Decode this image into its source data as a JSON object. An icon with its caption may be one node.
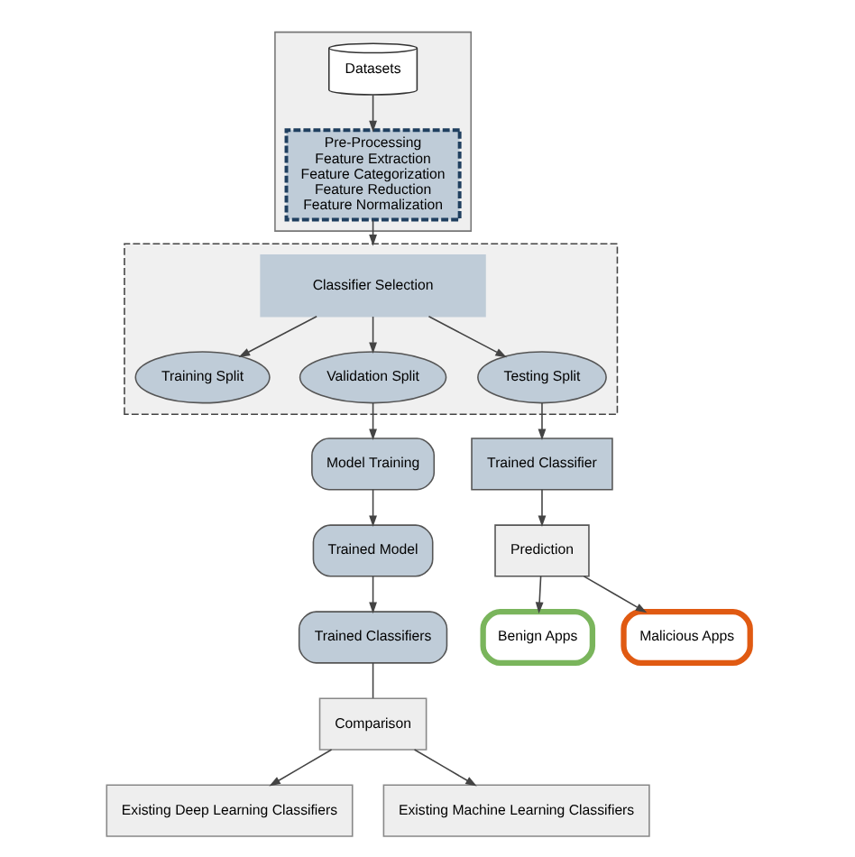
{
  "diagram": {
    "nodes": [
      {
        "text": [],
        "shape": "box"
      },
      {
        "text": [
          "Datasets"
        ],
        "in": 0
      },
      {
        "text": [
          "Pre-Processing",
          "Feature Extraction",
          "Feature Categorization",
          "Feature Reduction",
          "Feature Normalization"
        ],
        "in": 0
      },
      {
        "text": [],
        "shape": "box"
      },
      {
        "text": [
          "Classifier Selection"
        ],
        "in": 3
      },
      {
        "text": [
          "Training Split"
        ],
        "in": 3
      },
      {
        "text": [
          "Validation Split"
        ],
        "in": 3
      },
      {
        "text": [
          "Testing Split"
        ],
        "in": 3
      },
      {
        "text": [
          "Trained Classifier"
        ]
      },
      {
        "text": [
          "Prediction"
        ]
      },
      {
        "text": [
          "Benign Apps"
        ]
      },
      {
        "text": [
          "Malicious Apps"
        ]
      },
      {
        "text": [
          "Model Training"
        ]
      },
      {
        "text": [
          "Trained Model"
        ]
      },
      {
        "text": [
          "Trained Classifiers"
        ]
      },
      {
        "text": [
          "Comparison"
        ]
      },
      {
        "text": [
          "Existing Deep Learning Classifiers"
        ]
      },
      {
        "text": [
          "Existing Machine Learning Classifiers"
        ]
      }
    ],
    "edges": [
      {
        "from": 1,
        "to": 2,
        "arrow": "to"
      },
      {
        "from": 2,
        "to": 3,
        "arrow": "to"
      },
      {
        "from": 4,
        "to": 5,
        "arrow": "to"
      },
      {
        "from": 4,
        "to": 6,
        "arrow": "to"
      },
      {
        "from": 4,
        "to": 7,
        "arrow": "to"
      },
      {
        "from": 7,
        "to": 8,
        "arrow": "to"
      },
      {
        "from": 8,
        "to": 9,
        "arrow": "to"
      },
      {
        "from": 9,
        "to": 10,
        "arrow": "to"
      },
      {
        "from": 9,
        "to": 11,
        "arrow": "to"
      },
      {
        "from": 6,
        "to": 12,
        "arrow": "to"
      },
      {
        "from": 12,
        "to": 13,
        "arrow": "to"
      },
      {
        "from": 13,
        "to": 14,
        "arrow": "to"
      },
      {
        "from": 14,
        "to": 15,
        "arrow": "none"
      },
      {
        "from": 15,
        "to": 16,
        "arrow": "to"
      },
      {
        "from": 15,
        "to": 17,
        "arrow": "to"
      }
    ]
  }
}
